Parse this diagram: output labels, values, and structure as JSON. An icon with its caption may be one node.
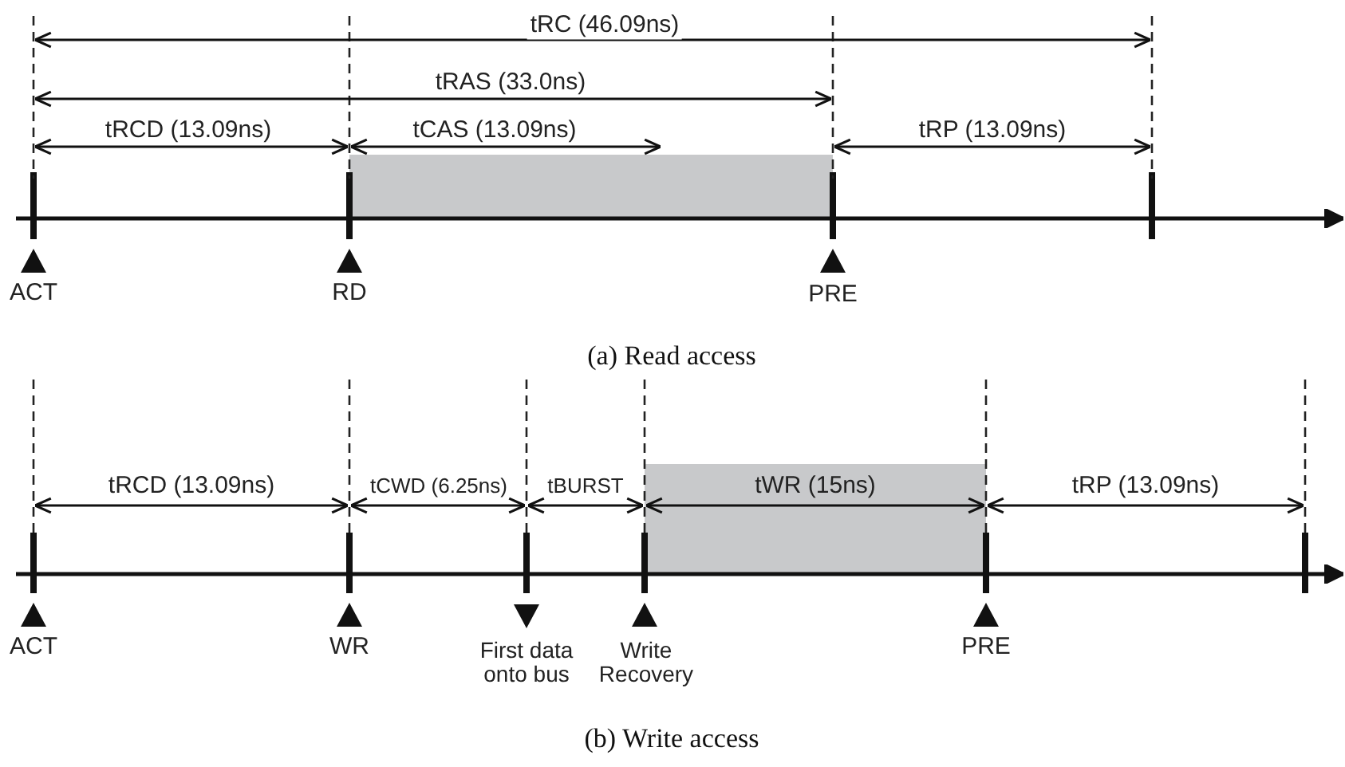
{
  "diagram": {
    "labels": [
      "tRC (46.09ns)",
      "tRAS (33.0ns)",
      "tRCD (13.09ns)",
      "tCAS (13.09ns)",
      "tRP (13.09ns)",
      "ACT",
      "RD",
      "PRE",
      "(a) Read access",
      "tRCD (13.09ns)",
      "tCWD (6.25ns)",
      "tBURST",
      "tWR (15ns)",
      "tRP (13.09ns)",
      "ACT",
      "WR",
      "First data onto bus",
      "Write Recovery",
      "PRE",
      "(b) Write access"
    ]
  }
}
